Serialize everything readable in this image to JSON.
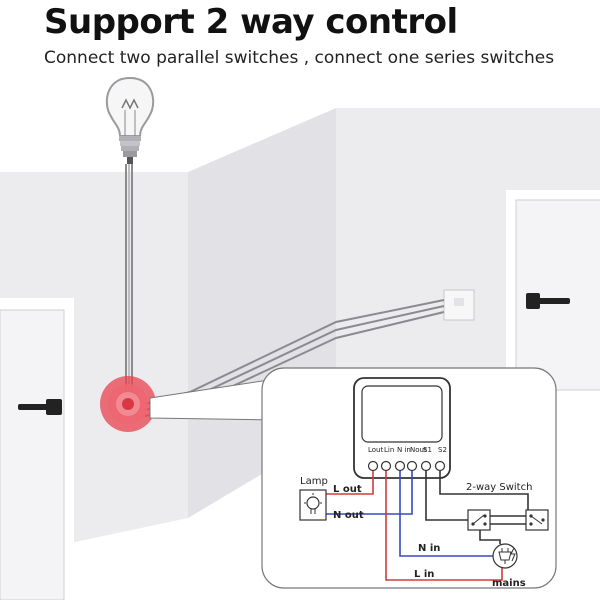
{
  "header": {
    "title": "Support 2 way control",
    "subtitle": "Connect two parallel switches , connect one series switches"
  },
  "module": {
    "terminals": [
      "Lout",
      "Lin",
      "N in",
      "Nout",
      "S1",
      "S2"
    ]
  },
  "wiring": {
    "lamp_label": "Lamp",
    "l_out": "L out",
    "n_out": "N out",
    "switch_label": "2-way Switch",
    "n_in": "N in",
    "l_in": "L in",
    "mains_label": "mains"
  },
  "colors": {
    "wall": "#ececee",
    "wall_side": "#dedee2",
    "live_wire": "#d23b3b",
    "neutral_wire": "#3849c4",
    "switch_wire": "#333333",
    "glow": "#e8414f"
  },
  "icons": [
    "light-bulb-icon",
    "door-handle-icon",
    "wall-switch-icon",
    "lamp-icon",
    "plug-icon"
  ]
}
